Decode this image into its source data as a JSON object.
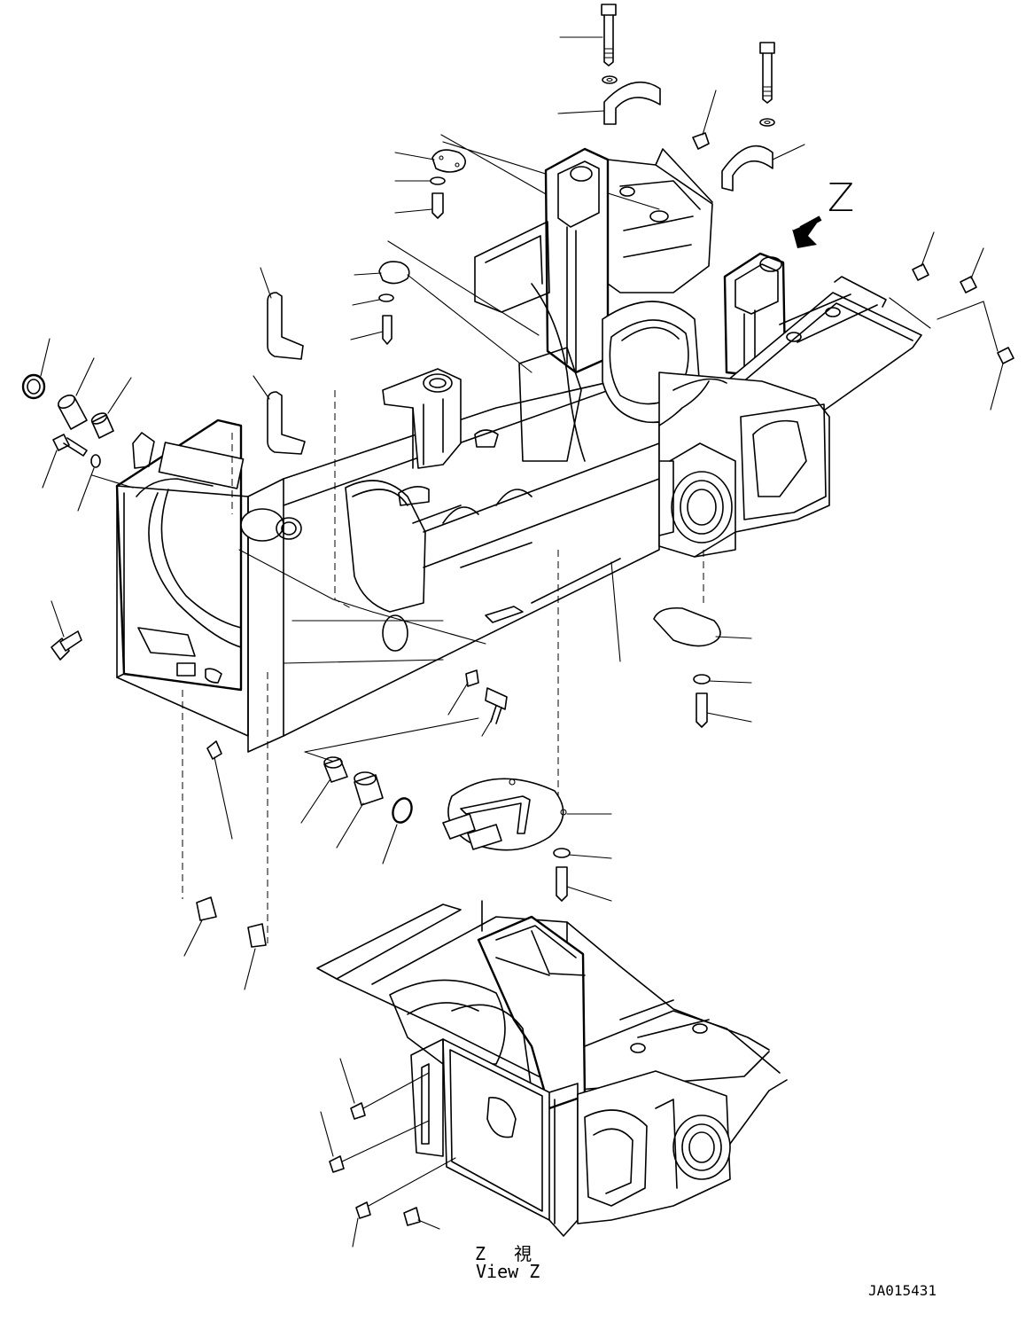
{
  "view": {
    "letter": "Z",
    "caption_jp": "Z 視",
    "caption_en": "View Z"
  },
  "drawing_id": "JA015431"
}
